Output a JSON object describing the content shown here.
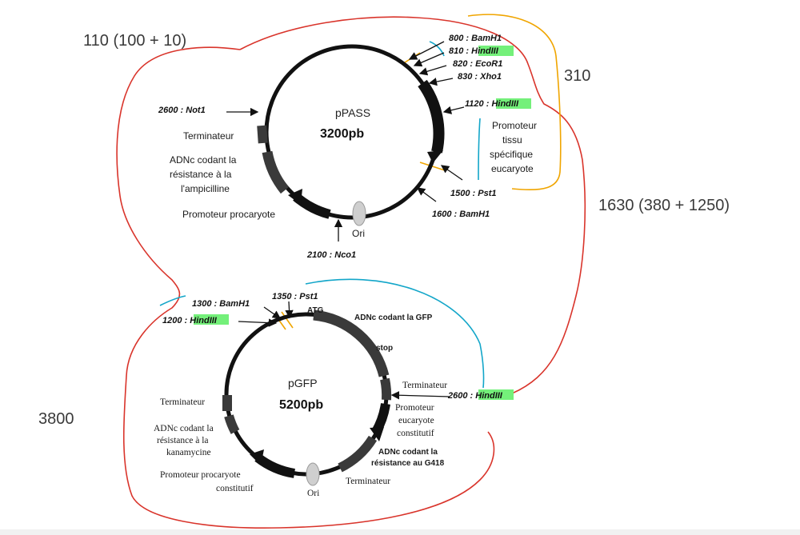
{
  "annotations": {
    "a110": "110 (100 + 10)",
    "a310": "310",
    "a1630": "1630 (380 + 1250)",
    "a3800": "3800"
  },
  "pPASS": {
    "name": "pPASS",
    "size": "3200pb",
    "sites": {
      "bamh1_800": "800 : BamH1",
      "hind_810_num": "810 : ",
      "hind_810": "HindIII",
      "ecor1_820": "820 : EcoR1",
      "xho1_830": "830 : Xho1",
      "hind_1120_num": "1120 : ",
      "hind_1120": "HindIII",
      "not1_2600": "2600 : Not1",
      "pst1_1500": "1500 : Pst1",
      "bamh1_1600": "1600 : BamH1",
      "nco1_2100": "2100 : Nco1"
    },
    "labels": {
      "terminateur": "Terminateur",
      "adnc_1": "ADNc codant la",
      "adnc_2": "résistance à la",
      "adnc_3": "l'ampicilline",
      "promoteur_proc": "Promoteur procaryote",
      "ori": "Ori",
      "prom_tissu_1": "Promoteur",
      "prom_tissu_2": "tissu",
      "prom_tissu_3": "spécifique",
      "prom_tissu_4": "eucaryote"
    }
  },
  "pGFP": {
    "name": "pGFP",
    "size": "5200pb",
    "sites": {
      "bamh1_1300": "1300 : BamH1",
      "pst1_1350": "1350 : Pst1",
      "hind_1200_num": "1200 : ",
      "hind_1200": "HindIII",
      "hind_2600_num": "2600 : ",
      "hind_2600": "HindIII"
    },
    "labels": {
      "atg": "ATG",
      "adnc_gfp": "ADNc codant la GFP",
      "stop": "stop",
      "terminateur_r": "Terminateur",
      "prom_euc_1": "Promoteur",
      "prom_euc_2": "eucaryote",
      "prom_euc_3": "constitutif",
      "adnc_g418_1": "ADNc codant la",
      "adnc_g418_2": "résistance au G418",
      "terminateur_b": "Terminateur",
      "ori": "Ori",
      "prom_proc_1": "Promoteur procaryote",
      "prom_proc_2": "constitutif",
      "adnc_kana_1": "ADNc codant la",
      "adnc_kana_2": "résistance à la",
      "adnc_kana_3": "kanamycine",
      "terminateur_l": "Terminateur"
    }
  },
  "colors": {
    "red_pen": "#d9342b",
    "orange_pen": "#f0a500",
    "cyan_pen": "#13a6c9",
    "highlight": "#74f07a",
    "circle": "#111111",
    "block": "#3a3a3a"
  }
}
